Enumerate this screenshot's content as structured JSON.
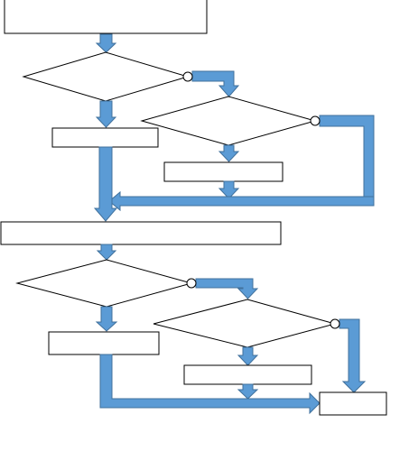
{
  "colors": {
    "background": "#ffffff",
    "shape_stroke": "#000000",
    "shape_fill": "#ffffff",
    "arrow_fill": "#5B9BD5",
    "arrow_stroke": "#41719C",
    "connector_fill": "#ffffff"
  },
  "diagram": {
    "type": "flowchart",
    "labels_visible": false,
    "sections": [
      {
        "id": "upper",
        "decisions": 2,
        "process_boxes": 3,
        "yes_connectors": 2
      },
      {
        "id": "lower",
        "decisions": 2,
        "process_boxes": 4,
        "yes_connectors": 2
      }
    ]
  }
}
